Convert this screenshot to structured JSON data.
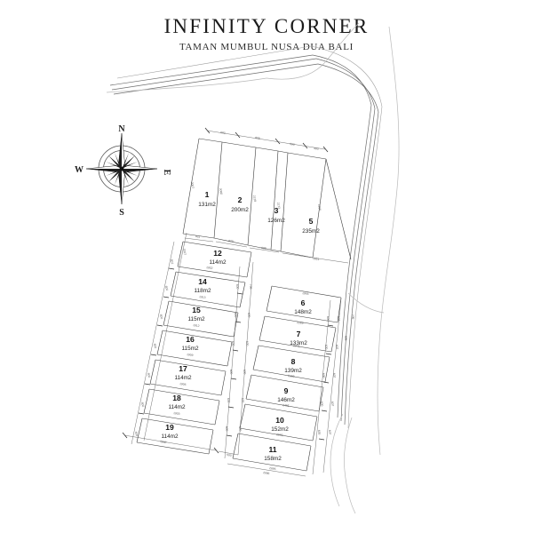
{
  "title": {
    "main": "INFINITY CORNER",
    "subtitle": "TAMAN MUMBUL NUSA DUA BALI"
  },
  "compass": {
    "north": "N",
    "south": "S",
    "west": "W",
    "east": "E"
  },
  "lots": [
    {
      "number": "1",
      "area": "131m2"
    },
    {
      "number": "2",
      "area": "200m2"
    },
    {
      "number": "3",
      "area": "126m2"
    },
    {
      "number": "5",
      "area": "235m2"
    },
    {
      "number": "12",
      "area": "114m2"
    },
    {
      "number": "14",
      "area": "118m2"
    },
    {
      "number": "15",
      "area": "115m2"
    },
    {
      "number": "16",
      "area": "115m2"
    },
    {
      "number": "17",
      "area": "114m2"
    },
    {
      "number": "18",
      "area": "114m2"
    },
    {
      "number": "19",
      "area": "114m2"
    },
    {
      "number": "6",
      "area": "148m2"
    },
    {
      "number": "7",
      "area": "133m2"
    },
    {
      "number": "8",
      "area": "139m2"
    },
    {
      "number": "9",
      "area": "146m2"
    },
    {
      "number": "10",
      "area": "152m2"
    },
    {
      "number": "11",
      "area": "158m2"
    }
  ],
  "dimensions": {
    "top_chain": [
      "602",
      "809",
      "600",
      "400"
    ],
    "left_chain": [
      "2007",
      "602",
      "600",
      "600",
      "600",
      "600",
      "600",
      "600"
    ],
    "mid_chain": [
      "600",
      "600",
      "600",
      "600",
      "600",
      "600",
      "600",
      "708"
    ],
    "right_chain": [
      "600",
      "600",
      "600",
      "600",
      "600",
      "607",
      "607",
      "607",
      "607",
      "607",
      "236",
      "556"
    ],
    "lot_depths": [
      "2080",
      "2139",
      "2173",
      "1956"
    ],
    "row_widths": [
      "611",
      "929",
      "600",
      "1902",
      "1913",
      "1912",
      "1909",
      "1906",
      "1903",
      "1900"
    ],
    "right_widths": [
      "1946",
      "2169",
      "2275",
      "2380",
      "2485",
      "2590",
      "2696"
    ],
    "bottom": [
      "1900",
      "500",
      "2696"
    ],
    "plot5_edge": "1851"
  }
}
